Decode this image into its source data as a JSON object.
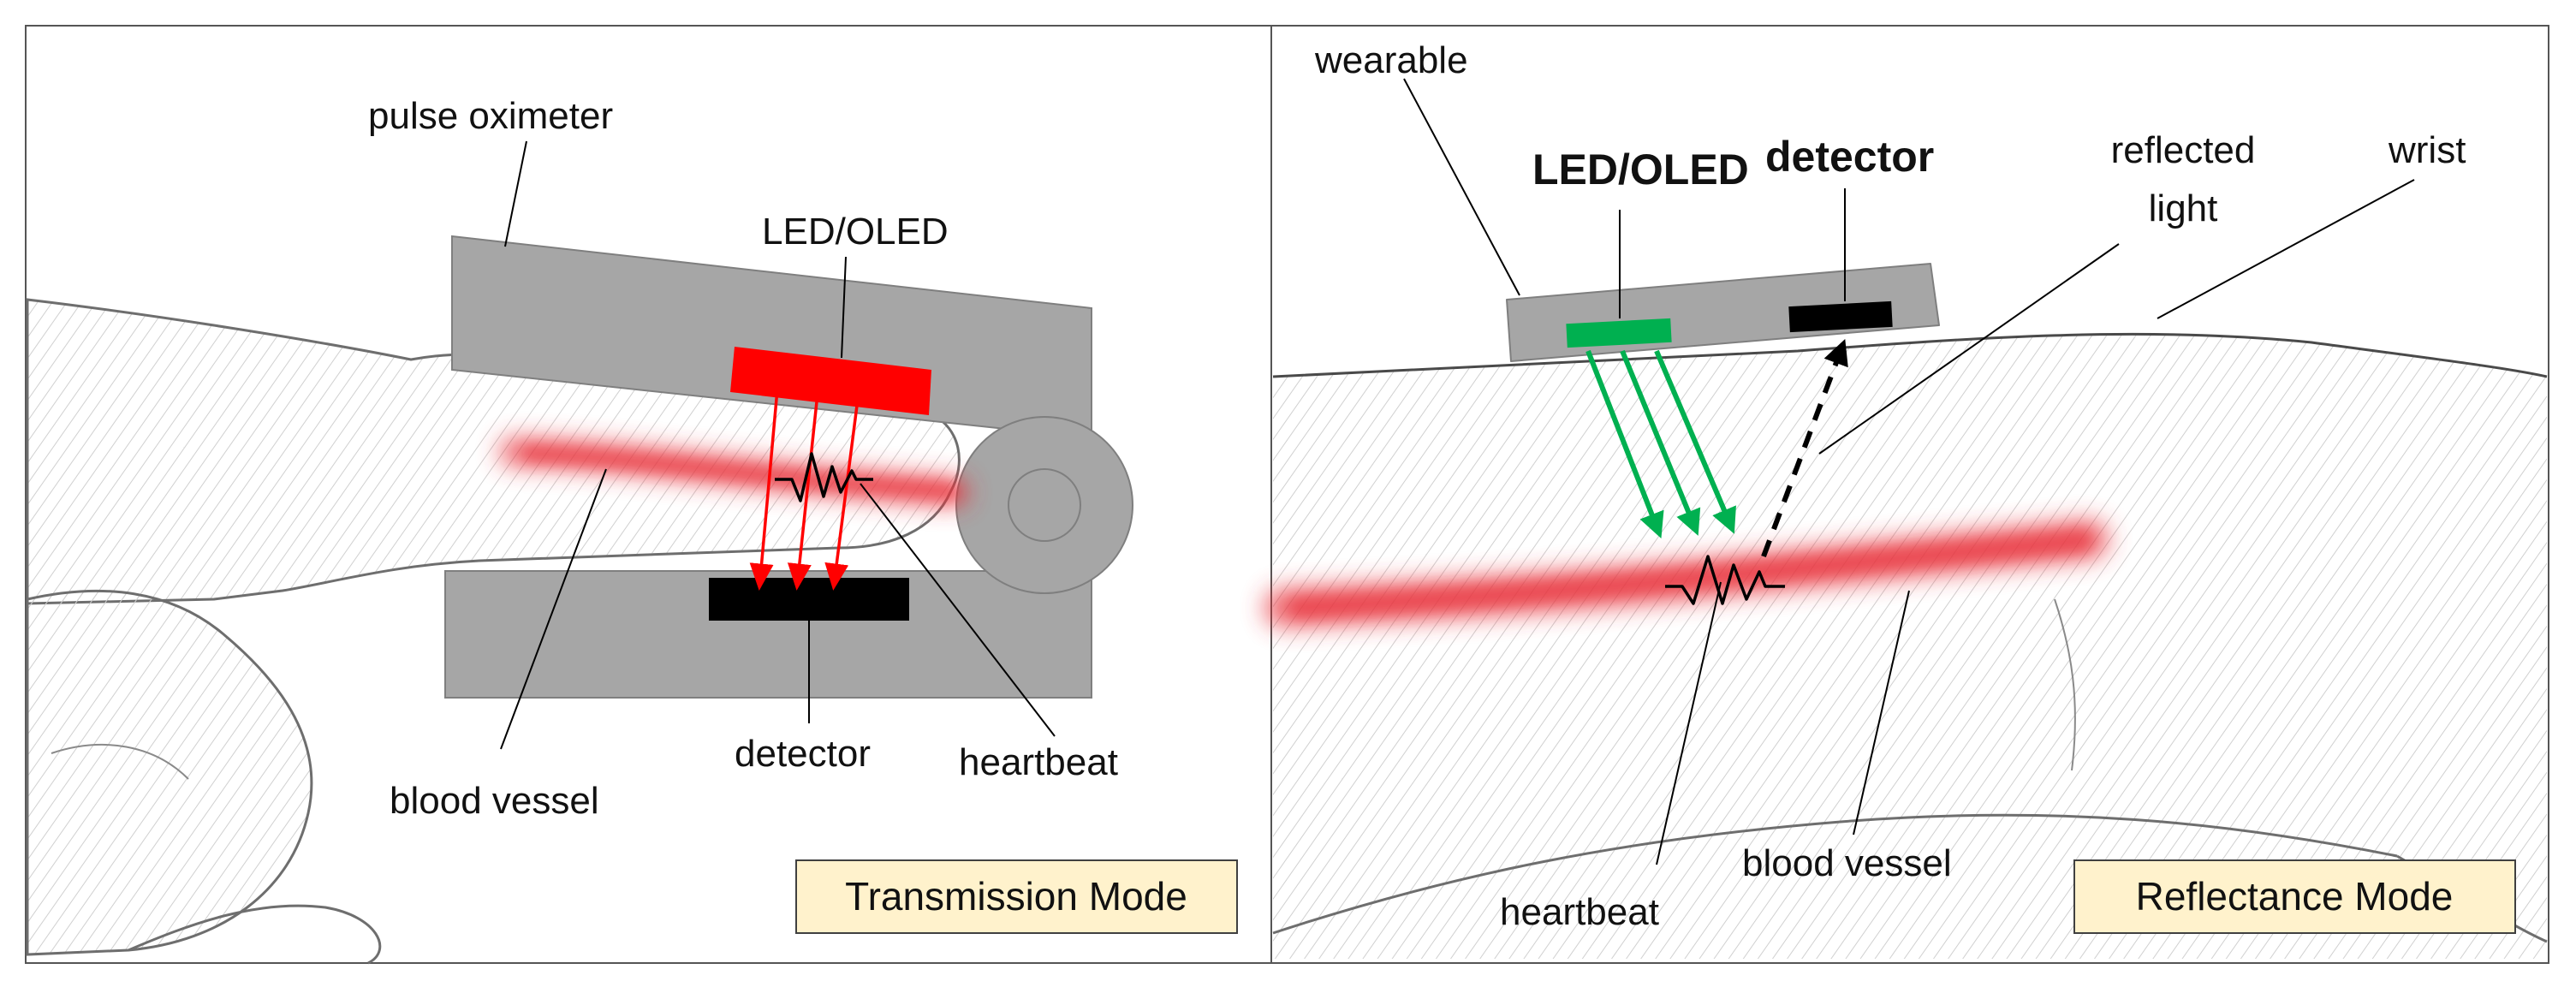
{
  "colors": {
    "device_gray": "#a6a6a6",
    "device_stroke": "#7f7f7f",
    "led_red": "#ff0000",
    "led_green": "#00b050",
    "detector_black": "#000000",
    "blood": "#e8333a",
    "mode_box_fill": "#fff2cc",
    "mode_box_stroke": "#404040",
    "skin_sketch": "#c8c8c8"
  },
  "left_panel": {
    "labels": {
      "device": "pulse oximeter",
      "emitter": "LED/OLED",
      "vessel": "blood vessel",
      "detector": "detector",
      "pulse": "heartbeat"
    },
    "mode": "Transmission Mode"
  },
  "right_panel": {
    "labels": {
      "device": "wearable",
      "emitter": "LED/OLED",
      "detector": "detector",
      "reflected_line1": "reflected",
      "reflected_line2": "light",
      "site": "wrist",
      "pulse": "heartbeat",
      "vessel": "blood vessel"
    },
    "mode": "Reflectance Mode"
  },
  "icons": [
    "heartbeat-waveform-icon",
    "heartbeat-waveform-icon"
  ]
}
